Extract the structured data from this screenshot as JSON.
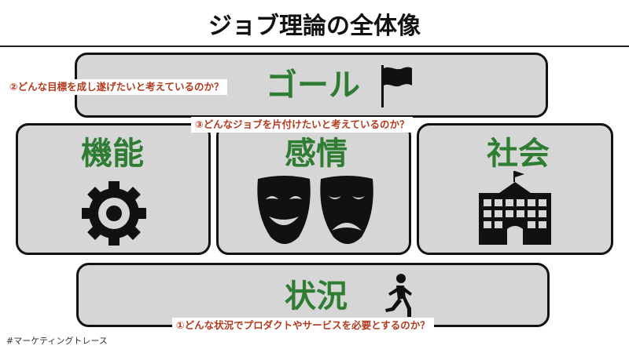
{
  "title": "ジョブ理論の全体像",
  "boxes": {
    "goal": {
      "label": "ゴール",
      "icon": "flag-icon"
    },
    "func": {
      "label": "機能",
      "icon": "gear-icon"
    },
    "emo": {
      "label": "感情",
      "icon": "theater-masks-icon"
    },
    "social": {
      "label": "社会",
      "icon": "school-building-icon"
    },
    "situ": {
      "label": "状況",
      "icon": "running-person-icon"
    }
  },
  "callouts": {
    "goal_question": "②どんな目標を成し遂げたいと考えているのか？",
    "job_question": "③どんなジョブを片付けたいと考えているのか？",
    "situation_question": "①どんな状況でプロダクトやサービスを必要とするのか？"
  },
  "footer": "#マーケティングトレース",
  "colors": {
    "label_green": "#2e7d32",
    "callout_red": "#b23a1f",
    "box_fill": "#d6d6d6",
    "border": "#111111"
  }
}
